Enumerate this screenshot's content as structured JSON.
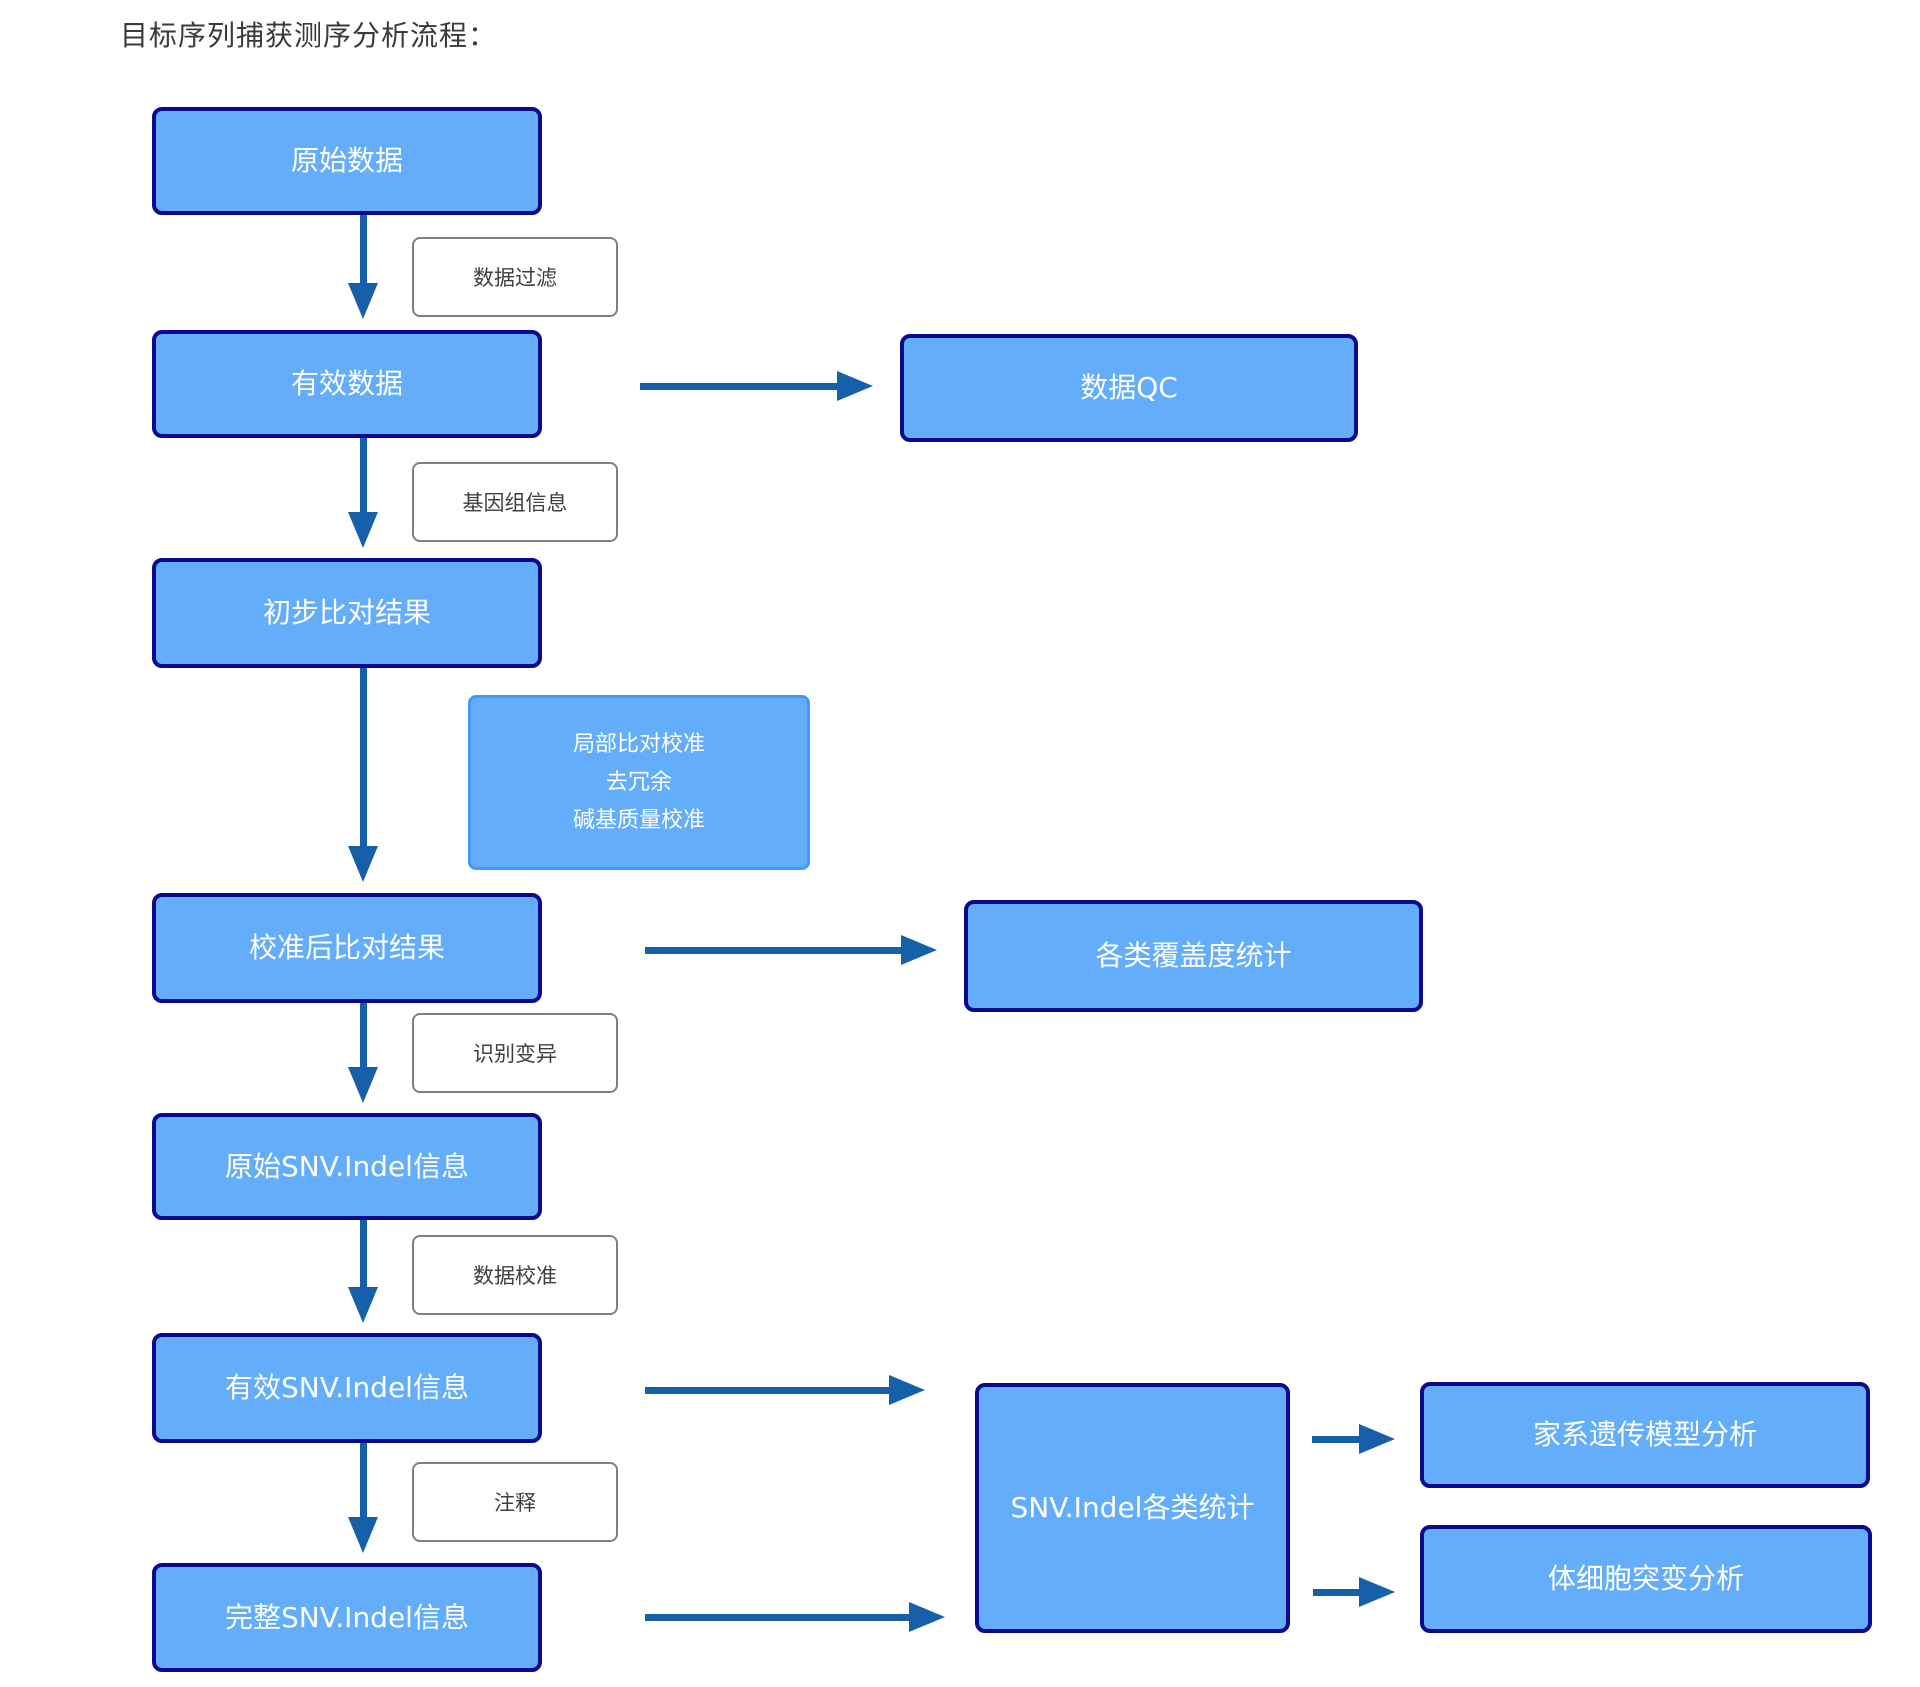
{
  "title": "目标序列捕获测序分析流程：",
  "main_flow": [
    {
      "label": "原始数据"
    },
    {
      "label": "有效数据"
    },
    {
      "label": "初步比对结果"
    },
    {
      "label": "校准后比对结果"
    },
    {
      "label": "原始SNV.Indel信息"
    },
    {
      "label": "有效SNV.Indel信息"
    },
    {
      "label": "完整SNV.Indel信息"
    }
  ],
  "side_outputs": [
    {
      "label": "数据QC"
    },
    {
      "label": "各类覆盖度统计"
    },
    {
      "label": "SNV.Indel各类统计"
    },
    {
      "label": "家系遗传模型分析"
    },
    {
      "label": "体细胞突变分析"
    }
  ],
  "step_labels": [
    {
      "label": "数据过滤"
    },
    {
      "label": "基因组信息"
    },
    {
      "label": "识别变异"
    },
    {
      "label": "数据校准"
    },
    {
      "label": "注释"
    }
  ],
  "process_note": {
    "lines": [
      "局部比对校准",
      "去冗余",
      "碱基质量校准"
    ]
  },
  "colors": {
    "node_fill": "#63adfa",
    "node_border": "#0a0a8e",
    "node_text": "#ffffff",
    "note_border": "#3f9bf7",
    "label_border": "#7f7f7f",
    "label_text": "#3f3f3f",
    "arrow": "#1560a8",
    "title_text": "#3a3a3a"
  }
}
